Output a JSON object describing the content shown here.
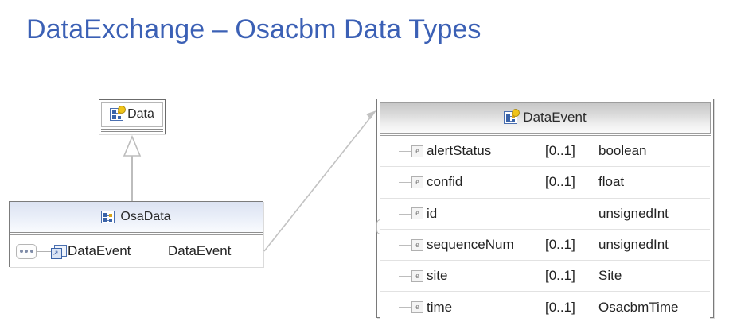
{
  "title": "DataExchange – Osacbm Data Types",
  "theme": {
    "title_color": "#3b60b5",
    "box_border": "#7c7c7c",
    "osadata_header_gradient_top": "#dce3f2",
    "dataevent_header_gradient_top": "#c6c6c6",
    "row_divider": "#e2e2e2",
    "connector_line": "#bdbdbd"
  },
  "diagram": {
    "type": "xsd-class-diagram",
    "base_type_box": {
      "name": "Data",
      "icon": "complextype-icon"
    },
    "derived_type_box": {
      "name": "OsaData",
      "icon": "complextype-icon",
      "compositor_icon": "sequence-icon",
      "elements": [
        {
          "icon": "element-reference-icon",
          "name": "DataEvent",
          "cardinality": "",
          "type": "DataEvent"
        }
      ]
    },
    "detail_box": {
      "name": "DataEvent",
      "icon": "complextype-icon",
      "compositor_icon": "sequence-icon",
      "elements": [
        {
          "icon": "element-icon",
          "name": "alertStatus",
          "cardinality": "[0..1]",
          "type": "boolean"
        },
        {
          "icon": "element-icon",
          "name": "confid",
          "cardinality": "[0..1]",
          "type": "float"
        },
        {
          "icon": "element-icon",
          "name": "id",
          "cardinality": "",
          "type": "unsignedInt"
        },
        {
          "icon": "element-icon",
          "name": "sequenceNum",
          "cardinality": "[0..1]",
          "type": "unsignedInt"
        },
        {
          "icon": "element-icon",
          "name": "site",
          "cardinality": "[0..1]",
          "type": "Site"
        },
        {
          "icon": "element-icon",
          "name": "time",
          "cardinality": "[0..1]",
          "type": "OsacbmTime"
        }
      ]
    },
    "connectors": [
      {
        "name": "generalization-osadata-to-data",
        "kind": "uml-generalization-hollow-triangle"
      },
      {
        "name": "reference-osadata-dataevent-to-detail",
        "kind": "open-arrow"
      }
    ]
  }
}
